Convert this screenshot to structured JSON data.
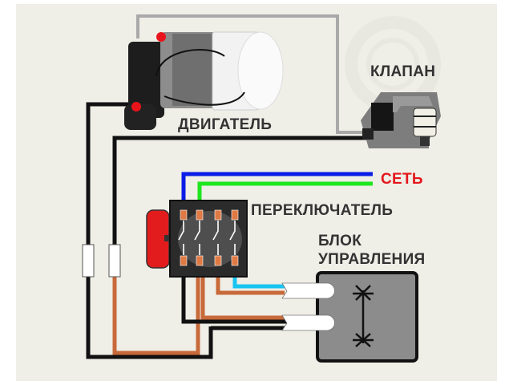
{
  "labels": {
    "motor": "ДВИГАТЕЛЬ",
    "valve": "КЛАПАН",
    "switch": "ПЕРЕКЛЮЧАТЕЛЬ",
    "control_line1": "БЛОК",
    "control_line2": "УПРАВЛЕНИЯ",
    "network": "СЕТЬ"
  },
  "colors": {
    "background": "#efeee7",
    "wire_black": "#111111",
    "wire_gray": "#a9a9a9",
    "wire_blue": "#0a1de6",
    "wire_green": "#1ee61e",
    "wire_orange": "#c8693a",
    "wire_cyan": "#18c4f0",
    "network_text": "#e3161b",
    "terminal_dot": "#e8141b"
  }
}
